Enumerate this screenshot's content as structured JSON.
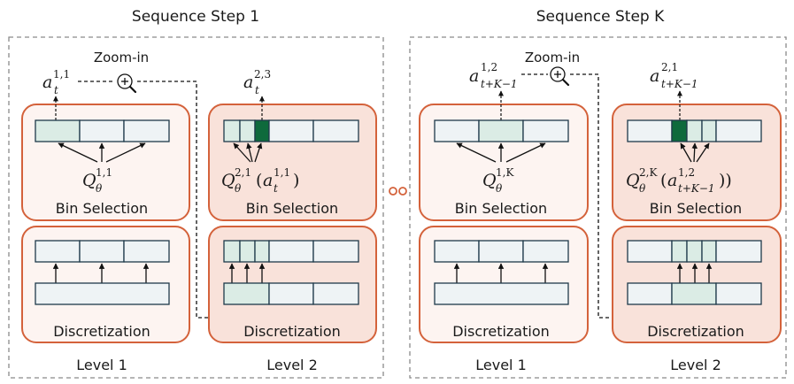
{
  "panels": [
    {
      "title": "Sequence Step 1",
      "zoom_label": "Zoom-in",
      "level1": {
        "output_sym": "a",
        "output_sub": "t",
        "output_sup": "1,1",
        "q_sym": "Q",
        "q_sub": "θ",
        "q_sup": "1,1",
        "q_arg": "",
        "bin_label": "Bin Selection",
        "disc_label": "Discretization"
      },
      "level2": {
        "output_sym": "a",
        "output_sub": "t",
        "output_sup": "2,3",
        "q_sym": "Q",
        "q_sub": "θ",
        "q_sup": "2,1",
        "q_arg_open": "(",
        "q_arg_sym": "a",
        "q_arg_sub": "t",
        "q_arg_sup": "1,1",
        "q_arg_close": ")",
        "bin_label": "Bin Selection",
        "disc_label": "Discretization"
      },
      "level1_caption": "Level 1",
      "level2_caption": "Level 2"
    },
    {
      "title": "Sequence Step K",
      "zoom_label": "Zoom-in",
      "level1": {
        "output_sym": "a",
        "output_sub": "t+K−1",
        "output_sup": "1,2",
        "q_sym": "Q",
        "q_sub": "θ",
        "q_sup": "1,K",
        "q_arg": "",
        "bin_label": "Bin Selection",
        "disc_label": "Discretization"
      },
      "level2": {
        "output_sym": "a",
        "output_sub": "t+K−1",
        "output_sup": "2,1",
        "q_sym": "Q",
        "q_sub": "θ",
        "q_sup": "2,K",
        "q_arg_open": "(",
        "q_arg_sym": "a",
        "q_arg_sub": "t+K−1",
        "q_arg_sup": "1,2",
        "q_arg_close": "))",
        "bin_label": "Bin Selection",
        "disc_label": "Discretization"
      },
      "level1_caption": "Level 1",
      "level2_caption": "Level 2"
    }
  ],
  "ellipsis_icon": "dots-connector",
  "zoom_icon": "magnifier-plus",
  "colors": {
    "box_stroke": "#d4623b",
    "box_fill_level1": "#fdf4f1",
    "box_fill_level2": "#f9e2da",
    "bin_stroke": "#1e3a4a",
    "bin_light": "#dbece5",
    "bin_selected": "#0e6a3c",
    "panel_dash": "#8a8a8a"
  }
}
